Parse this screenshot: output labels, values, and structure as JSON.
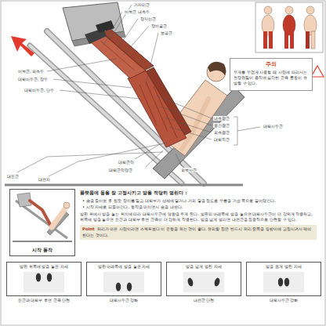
{
  "diagram": {
    "nodes": [
      {
        "text": [
          "주의",
          "무게를 무겁게 사용할 때 사람에 따라서는 천장관절이 움직여 심각한 근육 통증이 유발될 수 있다."
        ]
      },
      {
        "text": [
          "시작 동작"
        ]
      },
      {
        "text": [
          "발판 위쪽에 발을 놓은 자세",
          "둔근과 대퇴부 후면 근육 단련"
        ]
      },
      {
        "text": [
          "발판 아래쪽에 발을 놓은 자세",
          "대퇴사두근 강화"
        ]
      },
      {
        "text": [
          "발을 넓게 벌린 자세",
          "내전근 단련"
        ]
      },
      {
        "text": [
          "발을 좁게 벌린 자세",
          "대퇴사두근 강화"
        ]
      }
    ],
    "labels": [
      "가자미근",
      "비복근 내측두",
      "장지신근",
      "장비골근",
      "봉공근",
      "비복근, 외측두",
      "대퇴이두근, 장두",
      "대퇴이두근, 단두",
      "내측광근",
      "중간광근",
      "외측광근",
      "대퇴직근",
      "대퇴사두근",
      "대둔근",
      "대전자",
      "대퇴근막",
      "대퇴근막장근",
      "외복사근",
      "플랫폼에 등을 잘 고정시키고 발을 적당히 벌린다 :",
      "• 숨을 들이쉰 후 힘껏 장치를 밀고 대퇴부가 상체에 닿거나 거의 닿을 정도로 무릎을 가슴 쪽으로 끌어당긴다.",
      "• 시작 자세로 되돌아간다. 동작을 마치면서 숨을 내쉰다.",
      "발판 위에서 발을 놓는 위치에 따라 대퇴사두근에 영향을 주게 된다. 발판의 아래쪽에 발을 놓으면 대퇴사두근이 더 강하게 작용하고, 위쪽에 발을 놓으면 둔근과 대퇴부 후면 근육이 더 강하게 작용한다. 발을 넓게 벌리면 내전근을 집중적으로 단련할 수 있다.",
      "Point",
      "허리가 아픈 사람이라면 스쿼트보다 이 운동을 하는 것이 좋다. 유의할 점은 반드시 허리 뒷쪽을 등받이에 고정시켜서 해야 한다는 것이다."
    ]
  }
}
